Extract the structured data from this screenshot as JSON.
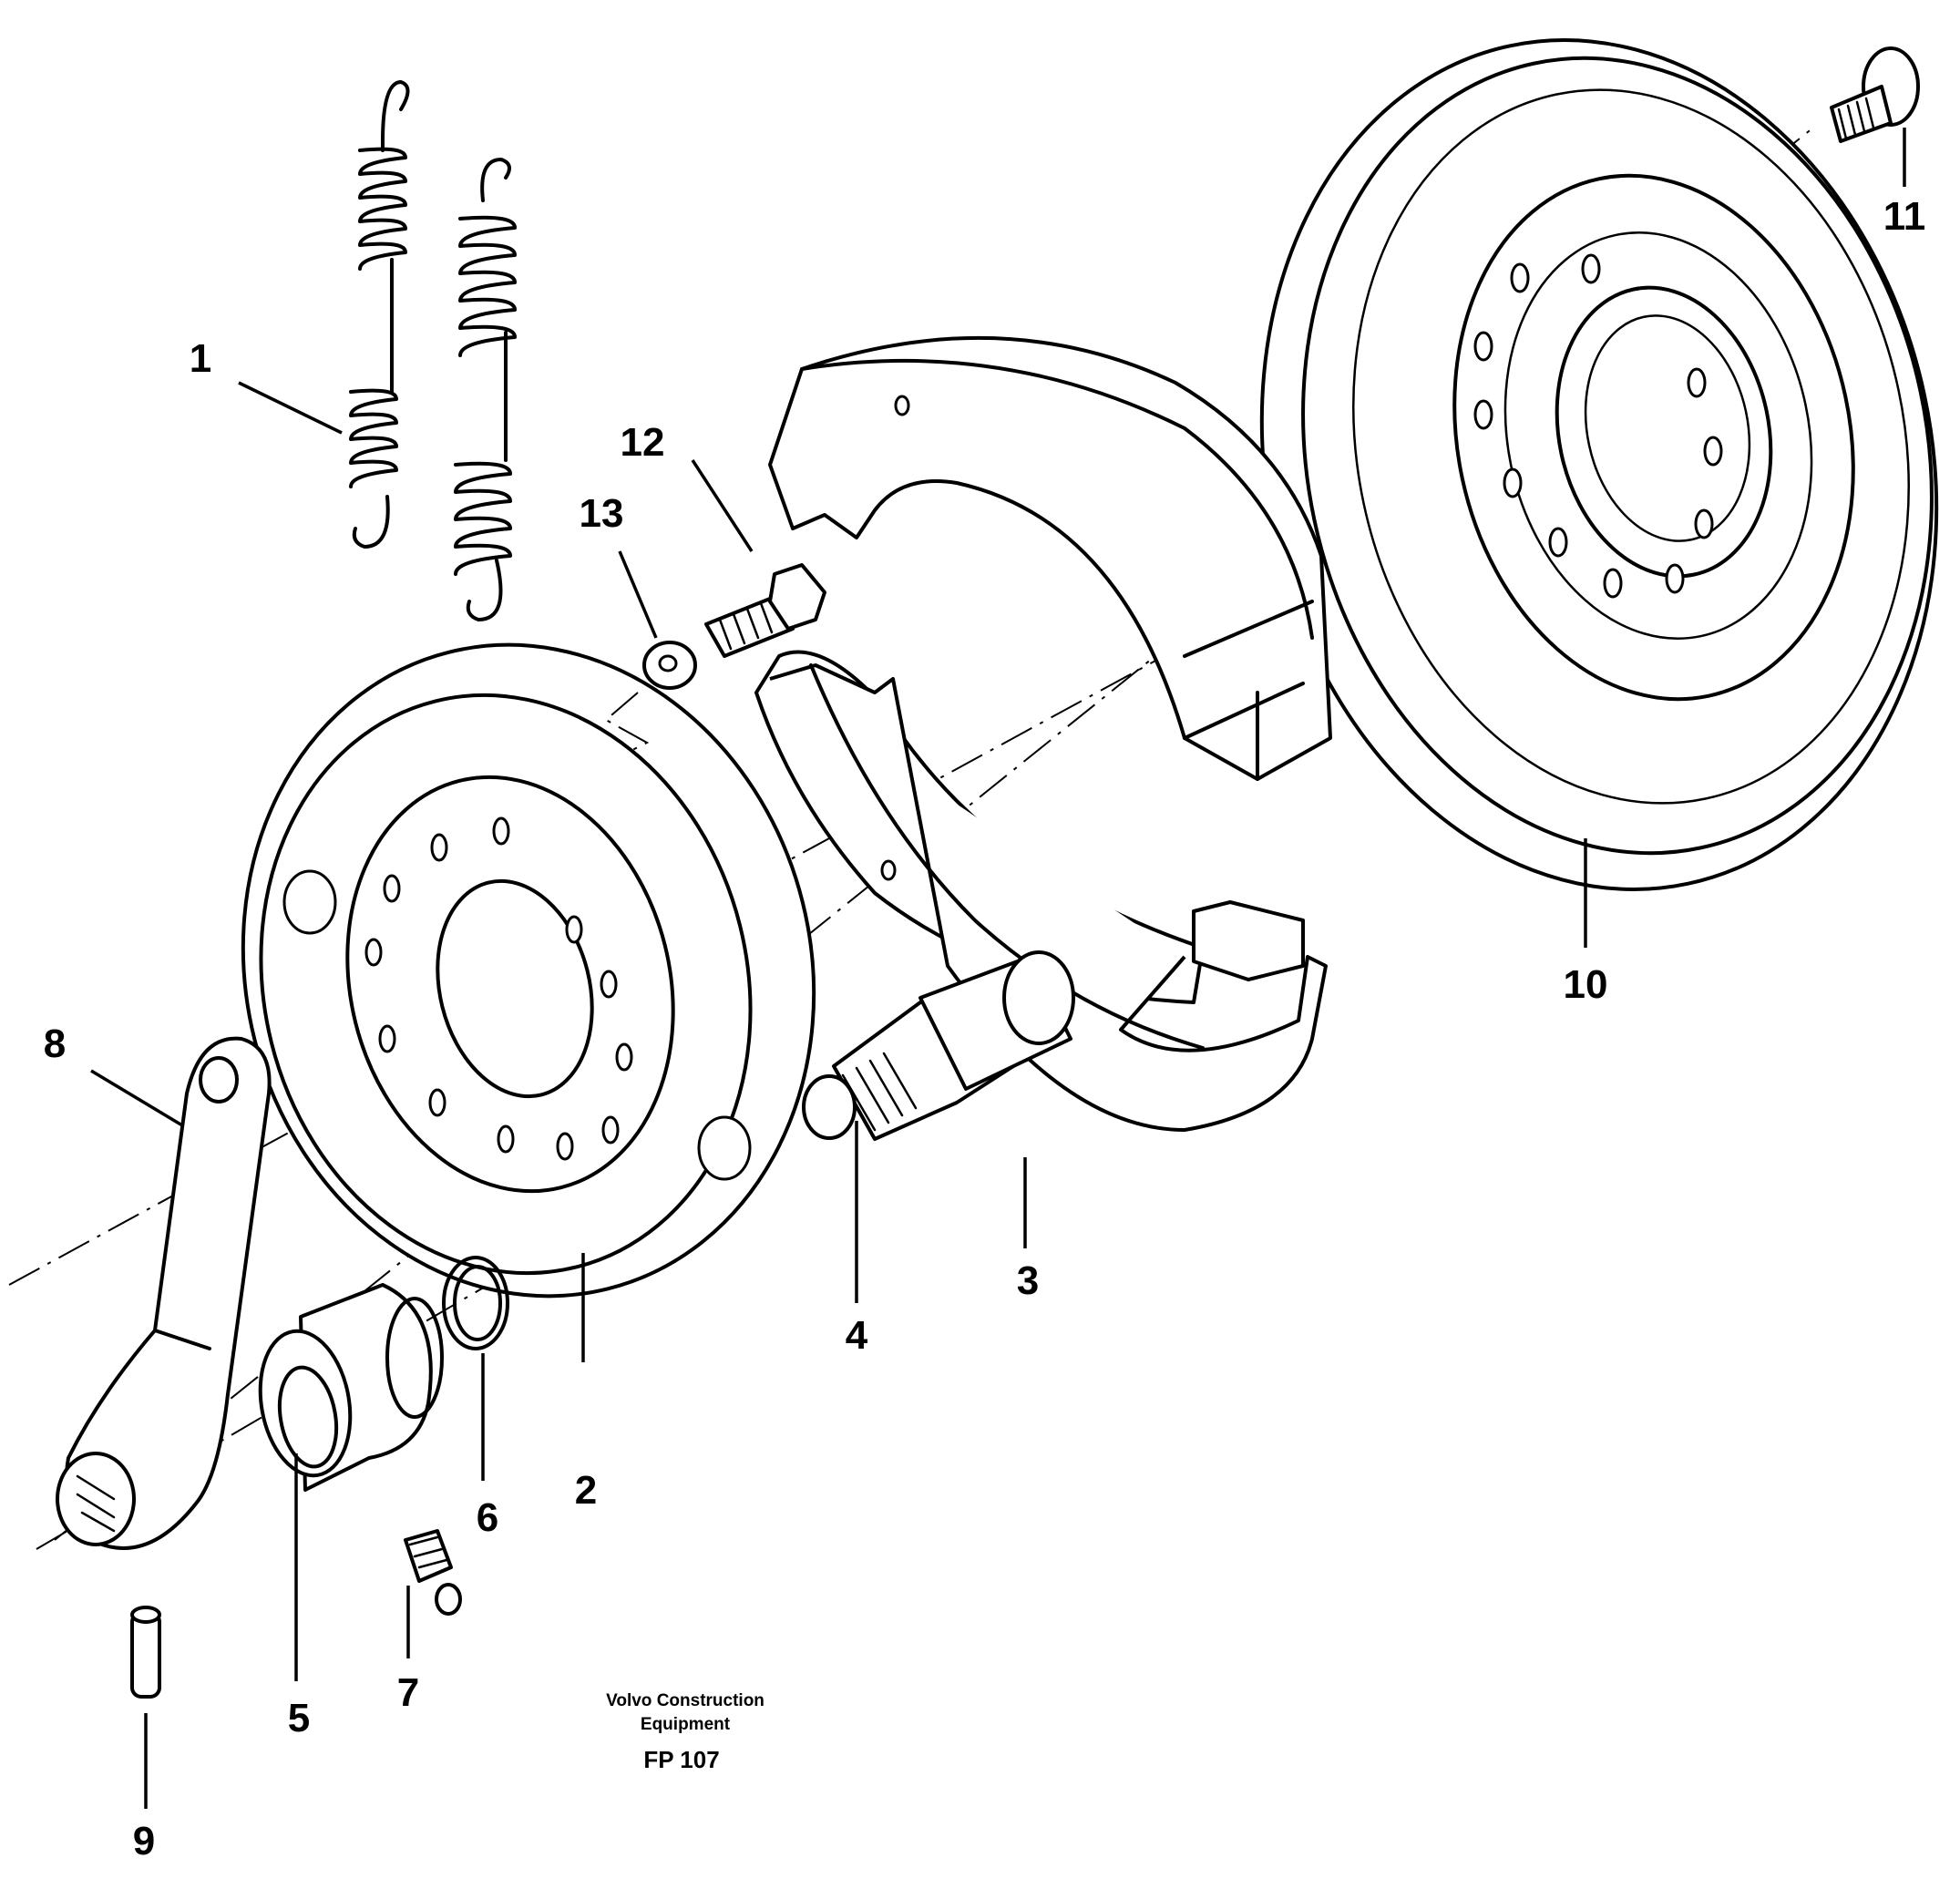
{
  "diagram": {
    "callouts": [
      {
        "id": "1",
        "label": "1"
      },
      {
        "id": "2",
        "label": "2"
      },
      {
        "id": "3",
        "label": "3"
      },
      {
        "id": "4",
        "label": "4"
      },
      {
        "id": "5",
        "label": "5"
      },
      {
        "id": "6",
        "label": "6"
      },
      {
        "id": "7",
        "label": "7"
      },
      {
        "id": "8",
        "label": "8"
      },
      {
        "id": "9",
        "label": "9"
      },
      {
        "id": "10",
        "label": "10"
      },
      {
        "id": "11",
        "label": "11"
      },
      {
        "id": "12",
        "label": "12"
      },
      {
        "id": "13",
        "label": "13"
      }
    ],
    "credit": {
      "line1": "Volvo Construction",
      "line2": "Equipment",
      "code": "FP 107"
    }
  }
}
